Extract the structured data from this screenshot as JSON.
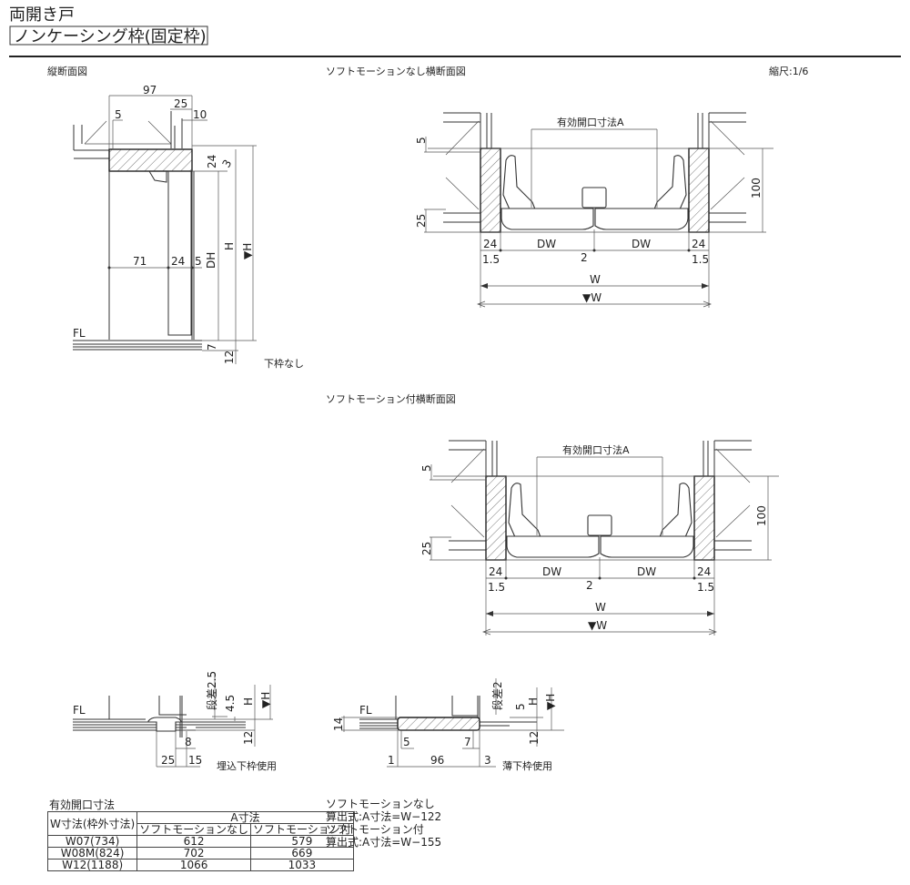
{
  "header": {
    "title": "両開き戸",
    "subtitle": "ノンケーシング枠(固定枠)",
    "scale": "縮尺:1/6"
  },
  "vertical_section": {
    "title": "縦断面図",
    "dims": {
      "d97": "97",
      "d25": "25",
      "d5": "5",
      "d10": "10",
      "d24": "24",
      "d3": "3",
      "d71": "71",
      "d24b": "24",
      "d5b": "5",
      "DH": "DH",
      "H": "H",
      "vH": "▼H",
      "d7": "7",
      "d12": "12"
    },
    "fl": "FL",
    "note": "下枠なし"
  },
  "section_no_soft": {
    "title": "ソフトモーションなし横断面図",
    "dims": {
      "A": "有効開口寸法A",
      "d5": "5",
      "d25": "25",
      "d100": "100",
      "d24l": "24",
      "DWl": "DW",
      "d2": "2",
      "DWr": "DW",
      "d24r": "24",
      "d15l": "1.5",
      "d15r": "1.5",
      "W": "W",
      "vW": "▼W"
    }
  },
  "section_soft": {
    "title": "ソフトモーション付横断面図",
    "dims": {
      "A": "有効開口寸法A",
      "d5": "5",
      "d25": "25",
      "d100": "100",
      "d24l": "24",
      "DWl": "DW",
      "d2": "2",
      "DWr": "DW",
      "d24r": "24",
      "d15l": "1.5",
      "d15r": "1.5",
      "W": "W",
      "vW": "▼W"
    }
  },
  "embedded_sill": {
    "fl": "FL",
    "step": "段差2.5",
    "d45": "4.5",
    "H": "H",
    "vH": "▼H",
    "d12": "12",
    "d8": "8",
    "d25": "25",
    "d15": "15",
    "note": "埋込下枠使用"
  },
  "thin_sill": {
    "fl": "FL",
    "d14": "14",
    "step": "段差2",
    "d5": "5",
    "H": "H",
    "vH": "▼H",
    "d12": "12",
    "d5b": "5",
    "d7": "7",
    "d1": "1",
    "d96": "96",
    "d3": "3",
    "note": "薄下枠使用"
  },
  "opening_table": {
    "caption": "有効開口寸法",
    "col_w": "W寸法(枠外寸法)",
    "col_a": "A寸法",
    "col_a1": "ソフトモーションなし",
    "col_a2": "ソフトモーション付",
    "rows": [
      {
        "w": "W07(734)",
        "a1": "612",
        "a2": "579"
      },
      {
        "w": "W08M(824)",
        "a1": "702",
        "a2": "669"
      },
      {
        "w": "W12(1188)",
        "a1": "1066",
        "a2": "1033"
      }
    ]
  },
  "formulas": {
    "label1": "ソフトモーションなし",
    "formula1": "算出式:A寸法=W−122",
    "label2": "ソフトモーション付",
    "formula2": "算出式:A寸法=W−155"
  }
}
